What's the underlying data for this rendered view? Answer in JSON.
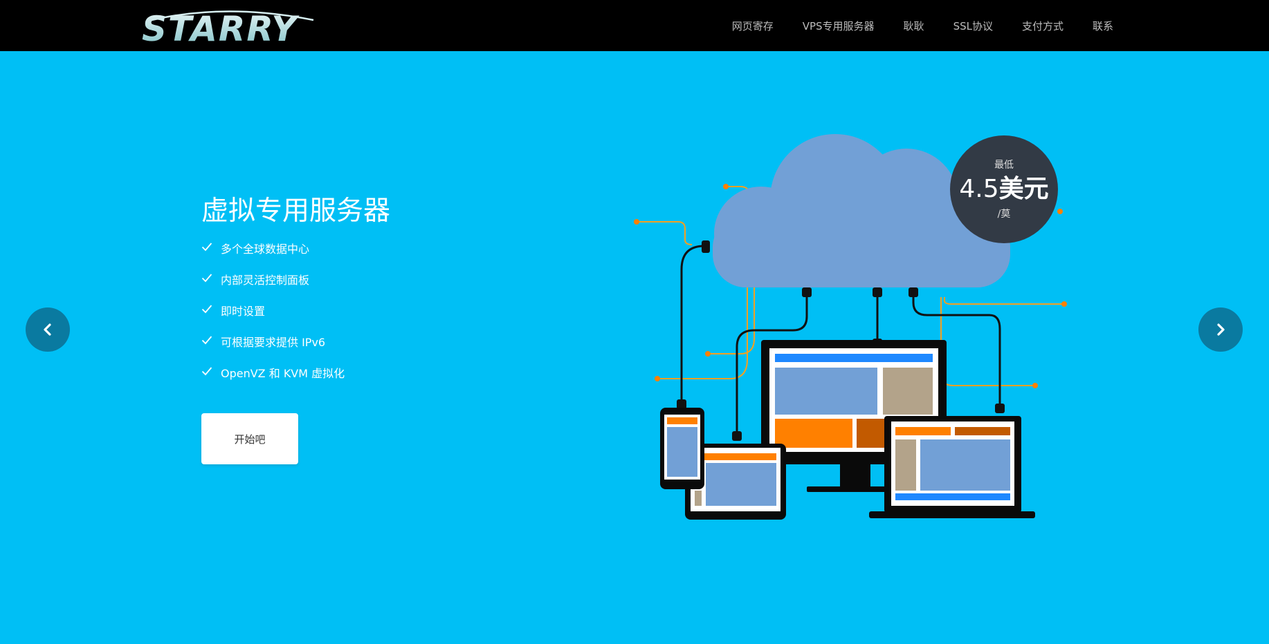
{
  "brand": {
    "logo_text": "STARRY"
  },
  "nav": {
    "items": [
      {
        "label": "网页寄存"
      },
      {
        "label": "VPS专用服务器"
      },
      {
        "label": "耿耿"
      },
      {
        "label": "SSL协议"
      },
      {
        "label": "支付方式"
      },
      {
        "label": "联系"
      }
    ]
  },
  "hero": {
    "title": "虚拟专用服务器",
    "features": [
      "多个全球数据中心",
      "内部灵活控制面板",
      "即时设置",
      "可根据要求提供 IPv6",
      "OpenVZ 和 KVM 虚拟化"
    ],
    "cta_label": "开始吧"
  },
  "badge": {
    "label": "最低",
    "price_number": "4.5",
    "price_currency": "美元",
    "unit": "/莫"
  },
  "carousel": {
    "prev_icon": "chevron-left-icon",
    "next_icon": "chevron-right-icon"
  },
  "colors": {
    "hero_background": "#00bff5",
    "topbar": "#000000",
    "cloud": "#72a0d6",
    "badge": "#323a45",
    "accent_orange": "#ff8000",
    "arrow_circle": "#0a7aa0"
  }
}
